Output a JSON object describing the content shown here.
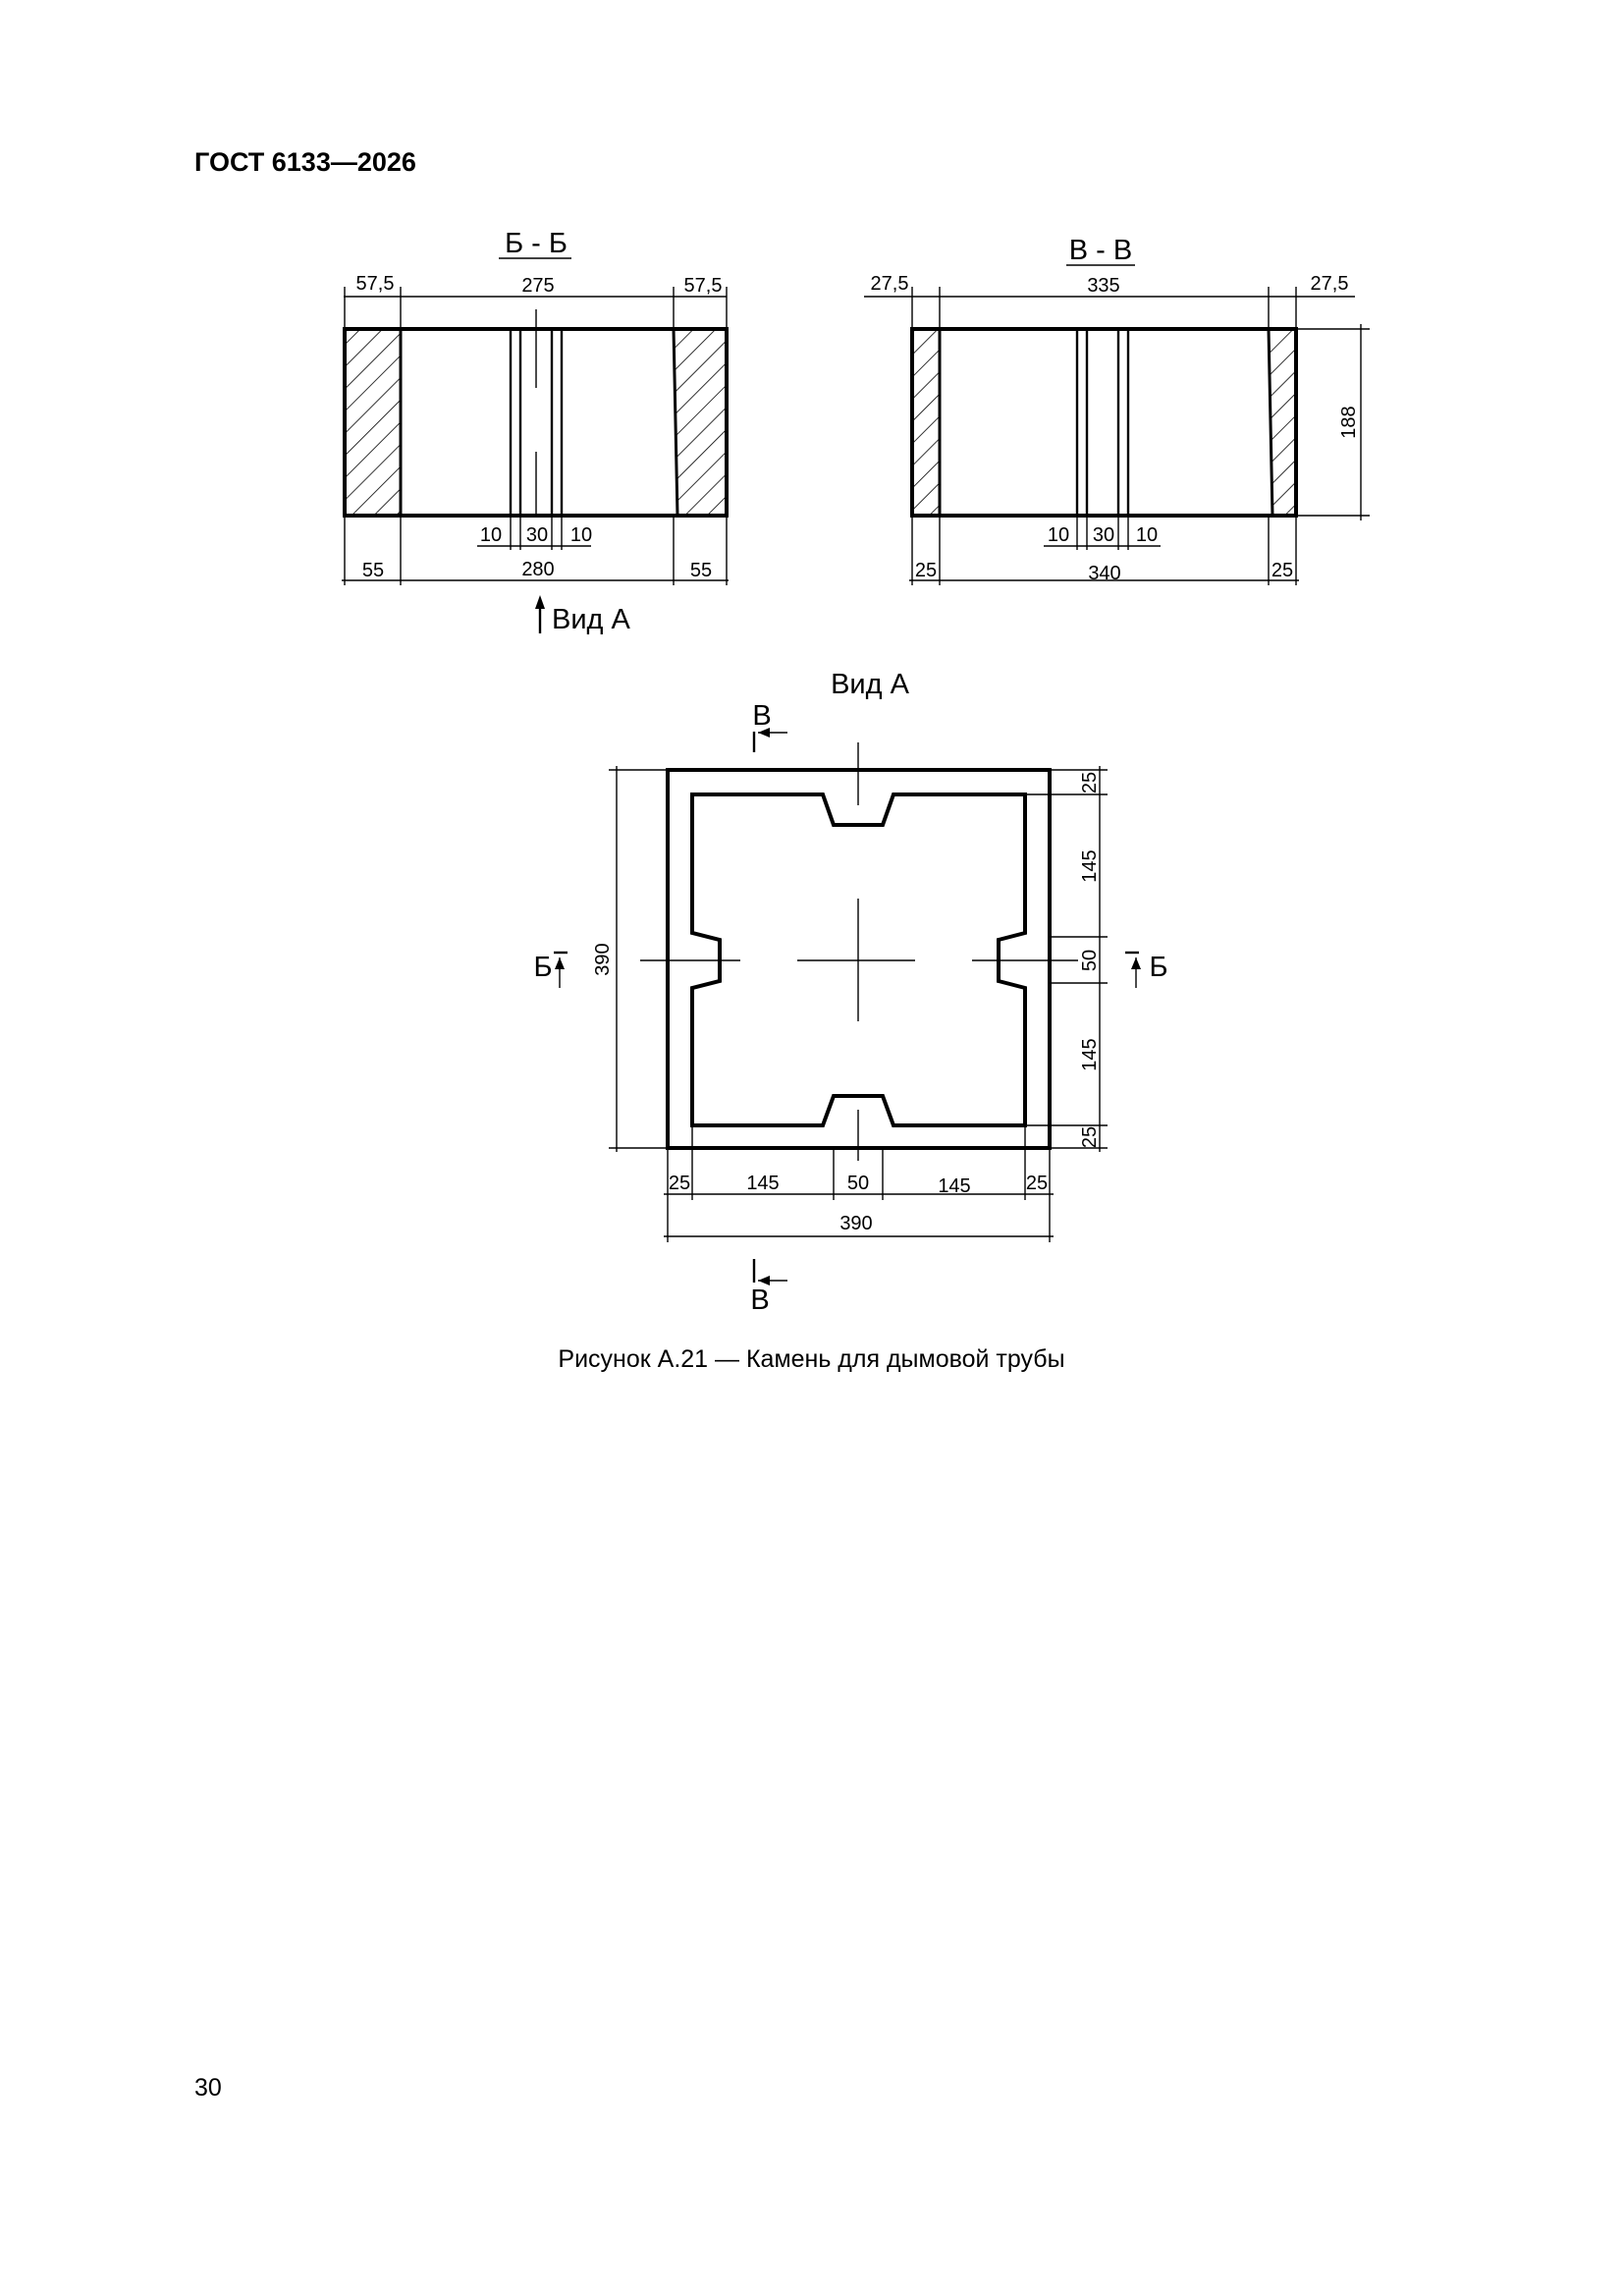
{
  "header": {
    "title": "ГОСТ 6133—2026"
  },
  "sections": {
    "bb": {
      "title": "Б - Б",
      "top_dims": [
        "57,5",
        "275",
        "57,5"
      ],
      "slot_dims": [
        "10",
        "30",
        "10"
      ],
      "bottom_dims": [
        "55",
        "280",
        "55"
      ],
      "view_arrow_label": "Вид А"
    },
    "vv": {
      "title": "В - В",
      "top_dims": [
        "27,5",
        "335",
        "27,5"
      ],
      "slot_dims": [
        "10",
        "30",
        "10"
      ],
      "bottom_dims": [
        "25",
        "340",
        "25"
      ],
      "height_dim": "188"
    }
  },
  "view_a": {
    "title": "Вид А",
    "section_marks": {
      "v_top": "В",
      "v_bottom": "В",
      "b_left": "Б",
      "b_right": "Б"
    },
    "left_dim": "390",
    "right_dims": [
      "25",
      "145",
      "50",
      "145",
      "25"
    ],
    "bottom_dims": [
      "25",
      "145",
      "50",
      "145",
      "25"
    ],
    "bottom_total": "390"
  },
  "caption": "Рисунок А.21 — Камень для дымовой трубы",
  "page_number": "30"
}
